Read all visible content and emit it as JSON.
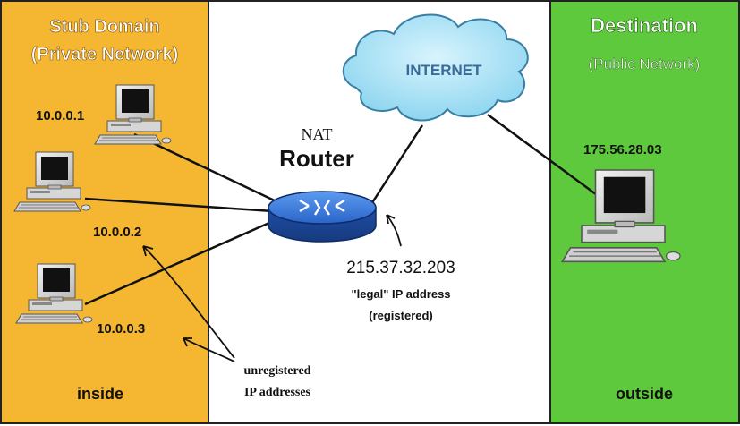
{
  "panels": {
    "left": {
      "title_line1": "Stub Domain",
      "title_line2": "(Private Network)",
      "footer": "inside",
      "color": "#f5b731"
    },
    "right": {
      "title_line1": "Destination",
      "title_line2": "(Public Network)",
      "footer": "outside",
      "color": "#5ec93c"
    }
  },
  "internet": {
    "label": "INTERNET",
    "color": "#a8e2f5"
  },
  "router": {
    "label_small": "NAT",
    "label_big": "Router",
    "ip": "215.37.32.203",
    "ip_note_line1": "\"legal\" IP address",
    "ip_note_line2": "(registered)",
    "color": "#2f6fd6"
  },
  "hosts": {
    "host1": {
      "ip": "10.0.0.1",
      "icon": "desktop-computer-icon"
    },
    "host2": {
      "ip": "10.0.0.2",
      "icon": "desktop-computer-icon"
    },
    "host3": {
      "ip": "10.0.0.3",
      "icon": "desktop-computer-icon"
    },
    "destination": {
      "ip": "175.56.28.03",
      "icon": "desktop-computer-icon"
    }
  },
  "annotation": {
    "line1": "unregistered",
    "line2": "IP addresses"
  }
}
